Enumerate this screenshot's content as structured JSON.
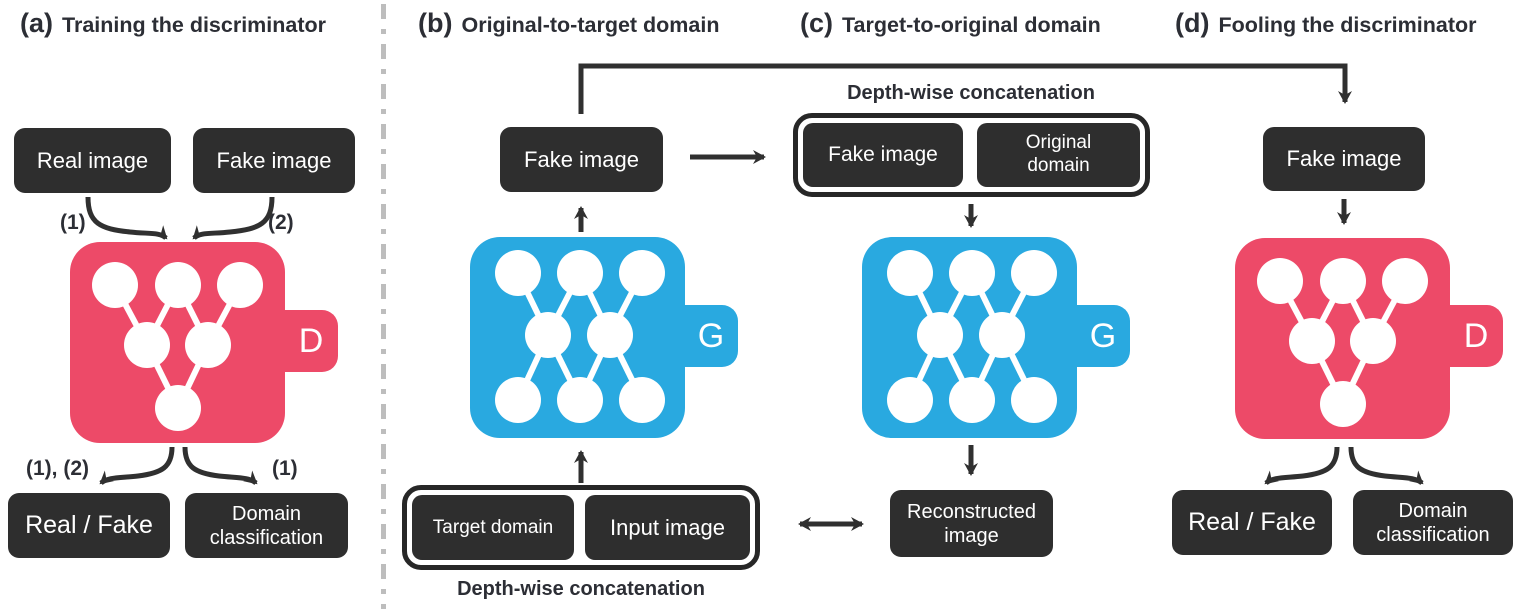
{
  "colors": {
    "disc": "#ED4A68",
    "gen": "#29A9E0",
    "box-dark": "#2E2E2E",
    "ink": "#2C2E35",
    "arrow": "#303030",
    "divider": "#BDBDBD"
  },
  "panel_a": {
    "prefix": "(a)",
    "title": "Training the discriminator",
    "real_image": "Real image",
    "fake_image": "Fake image",
    "arrow_label_left": "(1)",
    "arrow_label_right": "(2)",
    "output_label_left": "(1), (2)",
    "output_label_right": "(1)",
    "network_letter": "D",
    "real_fake": "Real / Fake",
    "domain_classification": "Domain classification"
  },
  "panel_b": {
    "prefix": "(b)",
    "title": "Original-to-target domain",
    "fake_image": "Fake image",
    "network_letter": "G",
    "target_domain": "Target domain",
    "input_image": "Input image",
    "concat_label": "Depth-wise concatenation"
  },
  "panel_c": {
    "prefix": "(c)",
    "title": "Target-to-original domain",
    "concat_label": "Depth-wise concatenation",
    "fake_image": "Fake image",
    "original_domain": "Original domain",
    "network_letter": "G",
    "reconstructed_image": "Reconstructed image"
  },
  "panel_d": {
    "prefix": "(d)",
    "title": "Fooling the discriminator",
    "fake_image": "Fake image",
    "network_letter": "D",
    "real_fake": "Real / Fake",
    "domain_classification": "Domain classification"
  }
}
